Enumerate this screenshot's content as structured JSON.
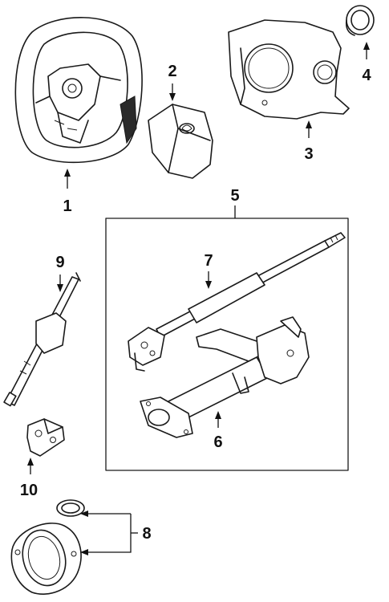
{
  "diagram": {
    "callouts": [
      {
        "id": "1",
        "text": "1"
      },
      {
        "id": "2",
        "text": "2"
      },
      {
        "id": "3",
        "text": "3"
      },
      {
        "id": "4",
        "text": "4"
      },
      {
        "id": "5",
        "text": "5"
      },
      {
        "id": "6",
        "text": "6"
      },
      {
        "id": "7",
        "text": "7"
      },
      {
        "id": "8",
        "text": "8"
      },
      {
        "id": "9",
        "text": "9"
      },
      {
        "id": "10",
        "text": "10"
      }
    ],
    "parts": [
      {
        "callout": "1",
        "name": "steering-wheel"
      },
      {
        "callout": "2",
        "name": "airbag-module"
      },
      {
        "callout": "3",
        "name": "steering-column-cover"
      },
      {
        "callout": "4",
        "name": "ring-cap"
      },
      {
        "callout": "5",
        "name": "steering-column-assembly"
      },
      {
        "callout": "6",
        "name": "column-tube"
      },
      {
        "callout": "7",
        "name": "upper-shaft"
      },
      {
        "callout": "8",
        "name": "boot-and-clamp"
      },
      {
        "callout": "9",
        "name": "intermediate-shaft"
      },
      {
        "callout": "10",
        "name": "universal-joint"
      }
    ]
  }
}
